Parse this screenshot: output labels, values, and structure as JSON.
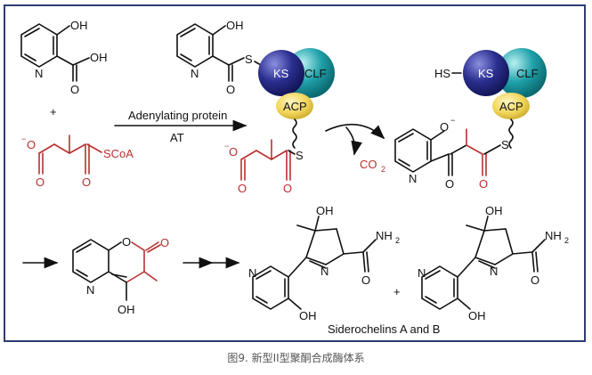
{
  "caption": "图9. 新型II型聚酮合成酶体系",
  "labels": {
    "plus": "+",
    "step1_top": "Adenylating protein",
    "step1_bottom": "AT",
    "scoa": "SCoA",
    "ks": "KS",
    "clf": "CLF",
    "acp": "ACP",
    "hs": "HS",
    "co2": "CO",
    "co2_sub": "2",
    "oh": "OH",
    "o": "O",
    "n": "N",
    "s": "S",
    "nh2": "NH",
    "nh2_sub": "2",
    "neg": "−",
    "product_name": "Siderochelins A and B"
  },
  "colors": {
    "frame": "#2e3c73",
    "red": "#b8302f",
    "ks": "#2b2f8f",
    "clf": "#1fa0a8",
    "acp": "#f2d55a"
  }
}
